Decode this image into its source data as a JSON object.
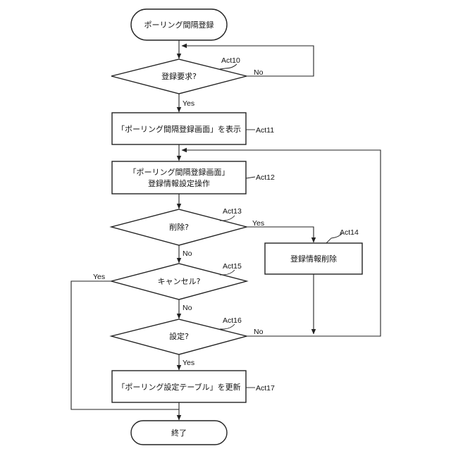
{
  "nodes": {
    "start": "ポーリング間隔登録",
    "act10": "登録要求?",
    "act11": "「ポーリング間隔登録画面」を表示",
    "act12_line1": "「ポーリング間隔登録画面」",
    "act12_line2": "登録情報設定操作",
    "act13": "削除?",
    "act14": "登録情報削除",
    "act15": "キャンセル?",
    "act16": "設定?",
    "act17": "「ポーリング設定テーブル」を更新",
    "end": "終了"
  },
  "step_labels": {
    "act10": "Act10",
    "act11": "Act11",
    "act12": "Act12",
    "act13": "Act13",
    "act14": "Act14",
    "act15": "Act15",
    "act16": "Act16",
    "act17": "Act17"
  },
  "branch_labels": {
    "act10_no": "No",
    "act10_yes": "Yes",
    "act13_yes": "Yes",
    "act13_no": "No",
    "act15_yes": "Yes",
    "act15_no": "No",
    "act16_no": "No",
    "act16_yes": "Yes"
  }
}
